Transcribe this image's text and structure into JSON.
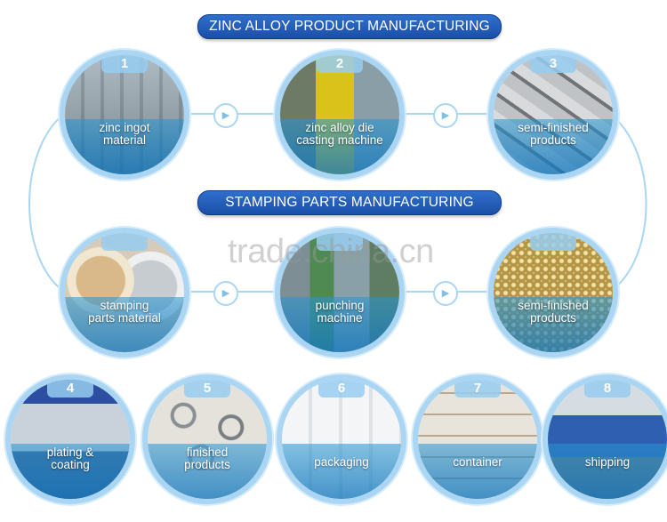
{
  "sections": {
    "zinc_title": "ZINC ALLOY PRODUCT MANUFACTURING",
    "stamping_title": "STAMPING PARTS MANUFACTURING"
  },
  "zinc_steps": [
    {
      "number": "1",
      "label": "zinc ingot\nmaterial"
    },
    {
      "number": "2",
      "label": "zinc alloy die\ncasting machine"
    },
    {
      "number": "3",
      "label": "semi-finished\nproducts"
    }
  ],
  "stamping_steps": [
    {
      "label": "stamping\nparts material"
    },
    {
      "label": "punching\nmachine"
    },
    {
      "label": "semi-finished\nproducts"
    }
  ],
  "finish_steps": [
    {
      "number": "4",
      "label": "plating &\ncoating"
    },
    {
      "number": "5",
      "label": "finished\nproducts"
    },
    {
      "number": "6",
      "label": "packaging"
    },
    {
      "number": "7",
      "label": "container"
    },
    {
      "number": "8",
      "label": "shipping"
    }
  ],
  "watermark": "trade.china.cn",
  "colors": {
    "banner": "#1a4fa8",
    "ring": "#aad6f3",
    "overlay": "#2896d2"
  }
}
